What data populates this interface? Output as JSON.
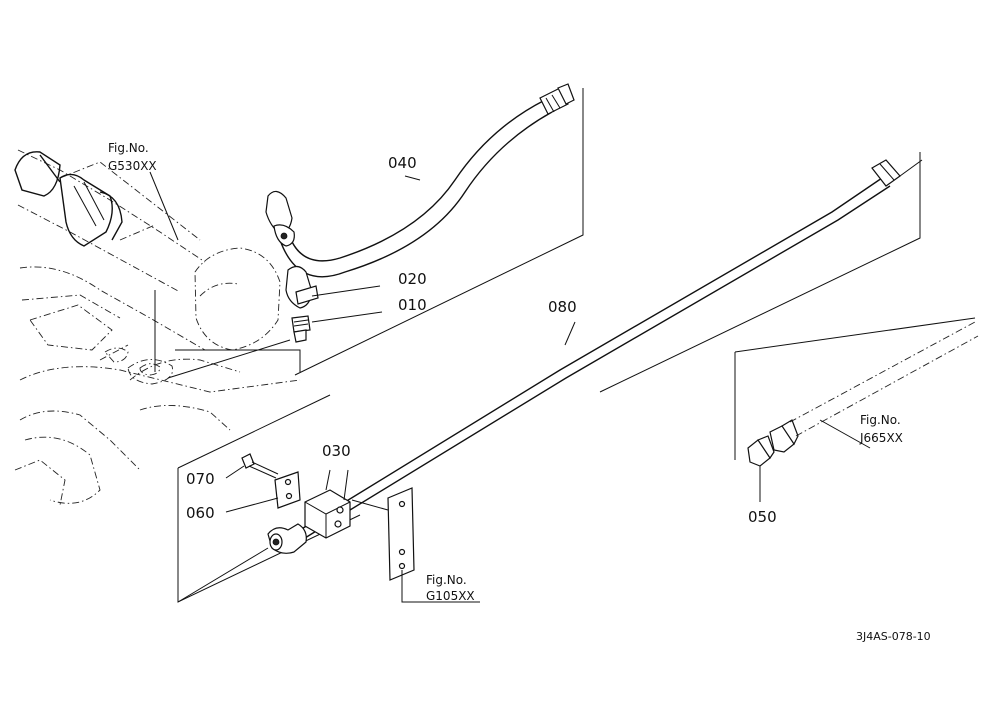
{
  "parts": {
    "p010": "010",
    "p020": "020",
    "p030": "030",
    "p040": "040",
    "p050": "050",
    "p060": "060",
    "p070": "070",
    "p080": "080"
  },
  "references": {
    "fig_label": "Fig.No.",
    "g530": "G530XX",
    "g105": "G105XX",
    "j665": "J665XX"
  },
  "drawing_code": "3J4AS-078-10"
}
